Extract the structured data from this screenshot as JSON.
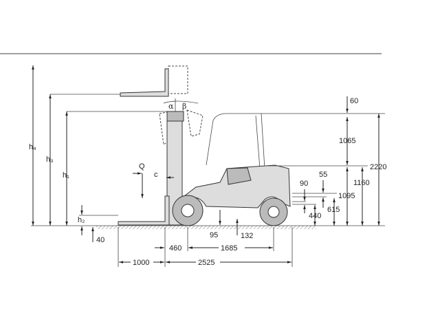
{
  "colors": {
    "rule": "#a0a0a0",
    "line": "#222222",
    "body": "#dddddd"
  },
  "symbols": {
    "h4": "h₄",
    "h3": "h₃",
    "h1": "h₁",
    "h2": "h₂",
    "Q": "Q",
    "c": "c",
    "alpha": "α",
    "beta": "β"
  },
  "dimensions": {
    "d60": "60",
    "d1065": "1065",
    "d2220": "2220",
    "d55": "55",
    "d90": "90",
    "d1160": "1160",
    "d1095": "1095",
    "d615": "615",
    "d440": "440",
    "d40": "40",
    "d95": "95",
    "d132": "132",
    "d460": "460",
    "d1685": "1685",
    "d1000": "1000",
    "d2525": "2525"
  }
}
